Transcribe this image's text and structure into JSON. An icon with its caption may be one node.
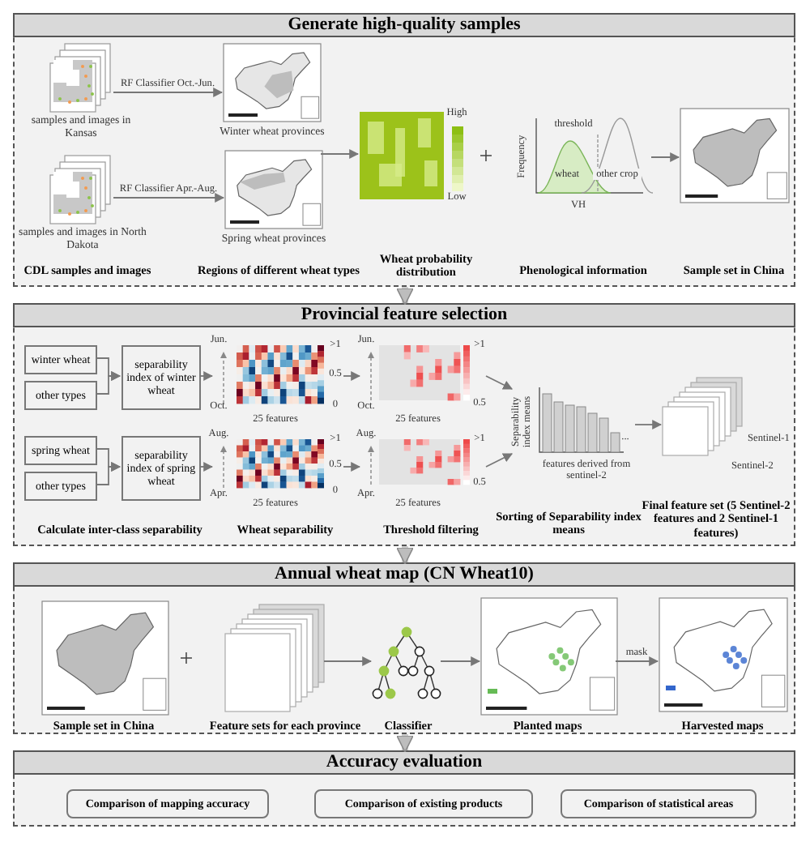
{
  "diagram": {
    "nodes": [
      {
        "text": [
          "Generate high-quality samples"
        ]
      },
      {
        "text": [],
        "shape": "picture",
        "in": 0,
        "beside": [
          "samples and images in Kansas"
        ]
      },
      {
        "text": [],
        "shape": "picture",
        "in": 0,
        "beside": [
          "samples and images in North Dakota"
        ]
      },
      {
        "text": [],
        "shape": "picture",
        "in": 0,
        "beside": [
          "Winter wheat provinces"
        ]
      },
      {
        "text": [],
        "shape": "picture",
        "in": 0,
        "beside": [
          "Spring wheat provinces"
        ]
      },
      {
        "text": [],
        "shape": "picture",
        "in": 0
      },
      {
        "text": [],
        "shape": "picture",
        "in": 0
      },
      {
        "text": [],
        "shape": "picture",
        "in": 0
      },
      {
        "text": [
          "Provincial feature selection"
        ]
      },
      {
        "text": [
          "winter wheat"
        ],
        "in": 8
      },
      {
        "text": [
          "other types"
        ],
        "in": 8
      },
      {
        "text": [
          "separability index of winter wheat"
        ],
        "in": 8
      },
      {
        "text": [
          "spring wheat"
        ],
        "in": 8
      },
      {
        "text": [
          "other types"
        ],
        "in": 8
      },
      {
        "text": [
          "separability index of spring wheat"
        ],
        "in": 8
      },
      {
        "text": [],
        "shape": "picture",
        "in": 8
      },
      {
        "text": [],
        "shape": "picture",
        "in": 8
      },
      {
        "text": [],
        "shape": "picture",
        "in": 8
      },
      {
        "text": [],
        "shape": "picture",
        "in": 8
      },
      {
        "text": [],
        "shape": "picture",
        "in": 8
      },
      {
        "text": [],
        "shape": "picture",
        "in": 8
      },
      {
        "text": [
          "Annual wheat map (CN  Wheat10)"
        ]
      },
      {
        "text": [],
        "shape": "picture",
        "in": 21
      },
      {
        "text": [],
        "shape": "picture",
        "in": 21
      },
      {
        "text": [],
        "shape": "picture",
        "in": 21
      },
      {
        "text": [],
        "shape": "picture",
        "in": 21
      },
      {
        "text": [],
        "shape": "picture",
        "in": 21
      },
      {
        "text": [
          "Accuracy evaluation"
        ]
      },
      {
        "text": [
          "Comparison of mapping accuracy"
        ],
        "in": 27
      },
      {
        "text": [
          "Comparison of existing products"
        ],
        "in": 27
      },
      {
        "text": [
          "Comparison of statistical areas"
        ],
        "in": 27
      }
    ],
    "edges": [
      {
        "from": 1,
        "to": 3,
        "arrow": "to",
        "label": "RF Classifier Oct.-Jun."
      },
      {
        "from": 2,
        "to": 4,
        "arrow": "to",
        "label": "RF Classifier Apr.-Aug."
      },
      {
        "from": 4,
        "to": 5,
        "arrow": "to"
      },
      {
        "from": 6,
        "to": 7,
        "arrow": "to"
      },
      {
        "from": 0,
        "to": 8,
        "arrow": "to",
        "style": "thick"
      },
      {
        "from": 9,
        "to": 11,
        "arrow": "to"
      },
      {
        "from": 10,
        "to": 11,
        "arrow": "to"
      },
      {
        "from": 11,
        "to": 15,
        "arrow": "to"
      },
      {
        "from": 15,
        "to": 17,
        "arrow": "to"
      },
      {
        "from": 17,
        "to": 19,
        "arrow": "to"
      },
      {
        "from": 12,
        "to": 14,
        "arrow": "to"
      },
      {
        "from": 13,
        "to": 14,
        "arrow": "to"
      },
      {
        "from": 14,
        "to": 16,
        "arrow": "to"
      },
      {
        "from": 16,
        "to": 18,
        "arrow": "to"
      },
      {
        "from": 18,
        "to": 19,
        "arrow": "to"
      },
      {
        "from": 19,
        "to": 20,
        "arrow": "to"
      },
      {
        "from": 8,
        "to": 21,
        "arrow": "to",
        "style": "thick"
      },
      {
        "from": 23,
        "to": 24,
        "arrow": "to"
      },
      {
        "from": 24,
        "to": 25,
        "arrow": "to"
      },
      {
        "from": 25,
        "to": 26,
        "arrow": "to",
        "label": "mask"
      },
      {
        "from": 21,
        "to": 27,
        "arrow": "to",
        "style": "thick"
      }
    ],
    "labels": [
      "High",
      "Low",
      "+",
      "threshold",
      "wheat",
      "other crop",
      "Frequency",
      "VH",
      "CDL samples and images",
      "Regions of different wheat types",
      "Wheat probability distribution",
      "Phenological information",
      "Sample set in China",
      "Jun.",
      "Oct.",
      ">1",
      "0.5",
      "0",
      "25 features",
      "Aug.",
      "Apr.",
      ">1",
      "0.5",
      "0",
      "25 features",
      "Jun.",
      "Oct.",
      ">1",
      "0.5",
      "25 features",
      "Aug.",
      "Apr.",
      ">1",
      "0.5",
      "25 features",
      "Separability index means",
      "...",
      "features derived from sentinel-2",
      "Sentinel-1",
      "Sentinel-2",
      "Calculate inter-class separability",
      "Wheat separability",
      "Threshold filtering",
      "Sorting of Separability index means",
      "Final feature set (5 Sentinel-2 features and 2 Sentinel-1 features)",
      "+",
      "Sample set in China",
      "Feature sets for each province",
      "Classifier",
      "Planted maps",
      "Harvested maps"
    ]
  }
}
